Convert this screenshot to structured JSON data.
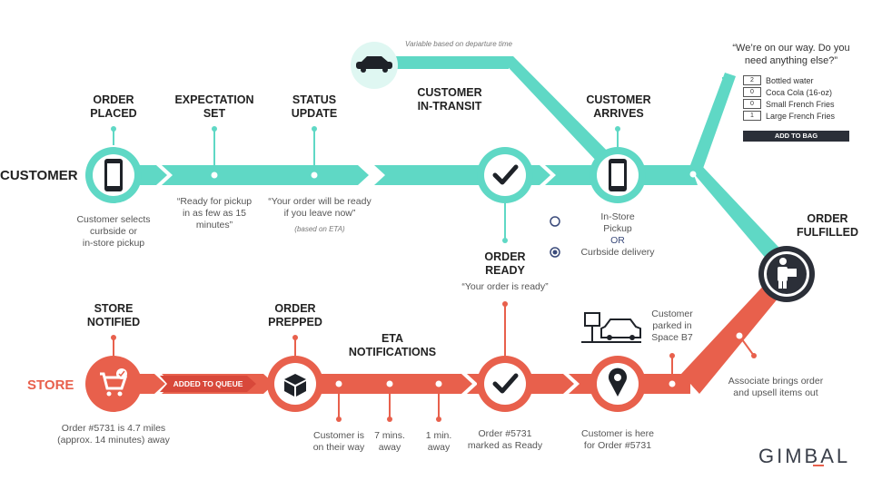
{
  "colors": {
    "teal": "#5fd8c5",
    "coral": "#e8604c",
    "dark": "#2b2f38"
  },
  "lanes": {
    "customer": "CUSTOMER",
    "store": "STORE"
  },
  "customer_steps": {
    "order_placed": {
      "title_1": "ORDER",
      "title_2": "PLACED",
      "desc_1": "Customer selects",
      "desc_2": "curbside or",
      "desc_3": "in-store pickup"
    },
    "expectation_set": {
      "title_1": "EXPECTATION",
      "title_2": "SET",
      "desc_1": "“Ready for pickup",
      "desc_2": "in as few as 15",
      "desc_3": "minutes”"
    },
    "status_update": {
      "title_1": "STATUS",
      "title_2": "UPDATE",
      "desc_1": "“Your order will be ready",
      "desc_2": "if you leave now”",
      "note": "(based on ETA)"
    },
    "in_transit": {
      "title_1": "CUSTOMER",
      "title_2": "IN-TRANSIT"
    },
    "arrives": {
      "title_1": "CUSTOMER",
      "title_2": "ARRIVES",
      "opt_1": "In-Store",
      "opt_2": "Pickup",
      "opt_or": "OR",
      "opt_3": "Curbside delivery"
    },
    "departure_note": "Variable based on departure time"
  },
  "upsell": {
    "quote_1": "“We’re on our way. Do you",
    "quote_2": "need anything else?”",
    "items": [
      {
        "qty": "2",
        "label": "Bottled water"
      },
      {
        "qty": "0",
        "label": "Coca Cola (16-oz)"
      },
      {
        "qty": "0",
        "label": "Small French Fries"
      },
      {
        "qty": "1",
        "label": "Large French Fries"
      }
    ],
    "button": "ADD TO BAG"
  },
  "order_ready": {
    "title_1": "ORDER",
    "title_2": "READY",
    "desc": "“Your order is ready”"
  },
  "order_fulfilled": {
    "title_1": "ORDER",
    "title_2": "FULFILLED"
  },
  "store_steps": {
    "store_notified": {
      "title_1": "STORE",
      "title_2": "NOTIFIED",
      "desc_1": "Order #5731 is 4.7 miles",
      "desc_2": "(approx. 14 minutes) away"
    },
    "queue_tag": "ADDED TO QUEUE",
    "order_prepped": {
      "title_1": "ORDER",
      "title_2": "PREPPED"
    },
    "eta": {
      "title_1": "ETA",
      "title_2": "NOTIFICATIONS",
      "n1_1": "Customer is",
      "n1_2": "on their way",
      "n2_1": "7 mins.",
      "n2_2": "away",
      "n3_1": "1 min.",
      "n3_2": "away"
    },
    "marked_ready": {
      "desc_1": "Order #5731",
      "desc_2": "marked as Ready"
    },
    "here": {
      "desc_1": "Customer is here",
      "desc_2": "for Order #5731"
    },
    "parked": {
      "desc_1": "Customer",
      "desc_2": "parked in",
      "desc_3": "Space B7"
    },
    "associate": {
      "desc_1": "Associate brings order",
      "desc_2": "and upsell items out"
    }
  },
  "logo": "GIMBAL"
}
